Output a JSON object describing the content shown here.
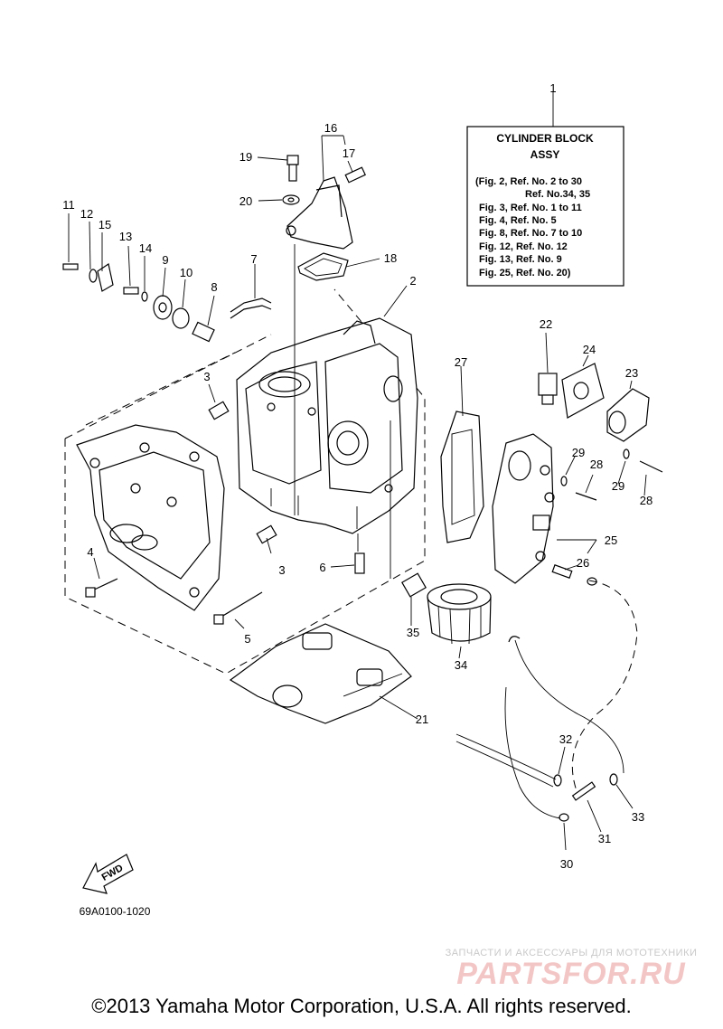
{
  "legend": {
    "title": "CYLINDER BLOCK",
    "subtitle": "ASSY",
    "lines": [
      "(Fig. 2, Ref. No. 2 to 30",
      "Ref. No.34, 35",
      "Fig. 3, Ref. No. 1 to 11",
      "Fig. 4, Ref. No. 5",
      "Fig. 8, Ref. No. 7 to 10",
      "Fig. 12, Ref. No. 12",
      "Fig. 13, Ref. No. 9",
      "Fig. 25, Ref. No. 20)"
    ]
  },
  "callouts": [
    "1",
    "2",
    "3",
    "3",
    "4",
    "5",
    "6",
    "7",
    "8",
    "9",
    "10",
    "11",
    "12",
    "13",
    "14",
    "15",
    "16",
    "17",
    "18",
    "19",
    "20",
    "21",
    "22",
    "23",
    "24",
    "25",
    "26",
    "27",
    "28",
    "28",
    "29",
    "29",
    "30",
    "31",
    "32",
    "33",
    "34",
    "35"
  ],
  "fwd_label": "FWD",
  "diagram_code": "69A0100-1020",
  "watermark": {
    "tagline": "ЗАПЧАСТИ И АКСЕССУАРЫ ДЛЯ МОТОТЕХНИКИ",
    "brand": "PARTSFOR.RU"
  },
  "copyright": "©2013 Yamaha Motor Corporation, U.S.A. All rights reserved."
}
